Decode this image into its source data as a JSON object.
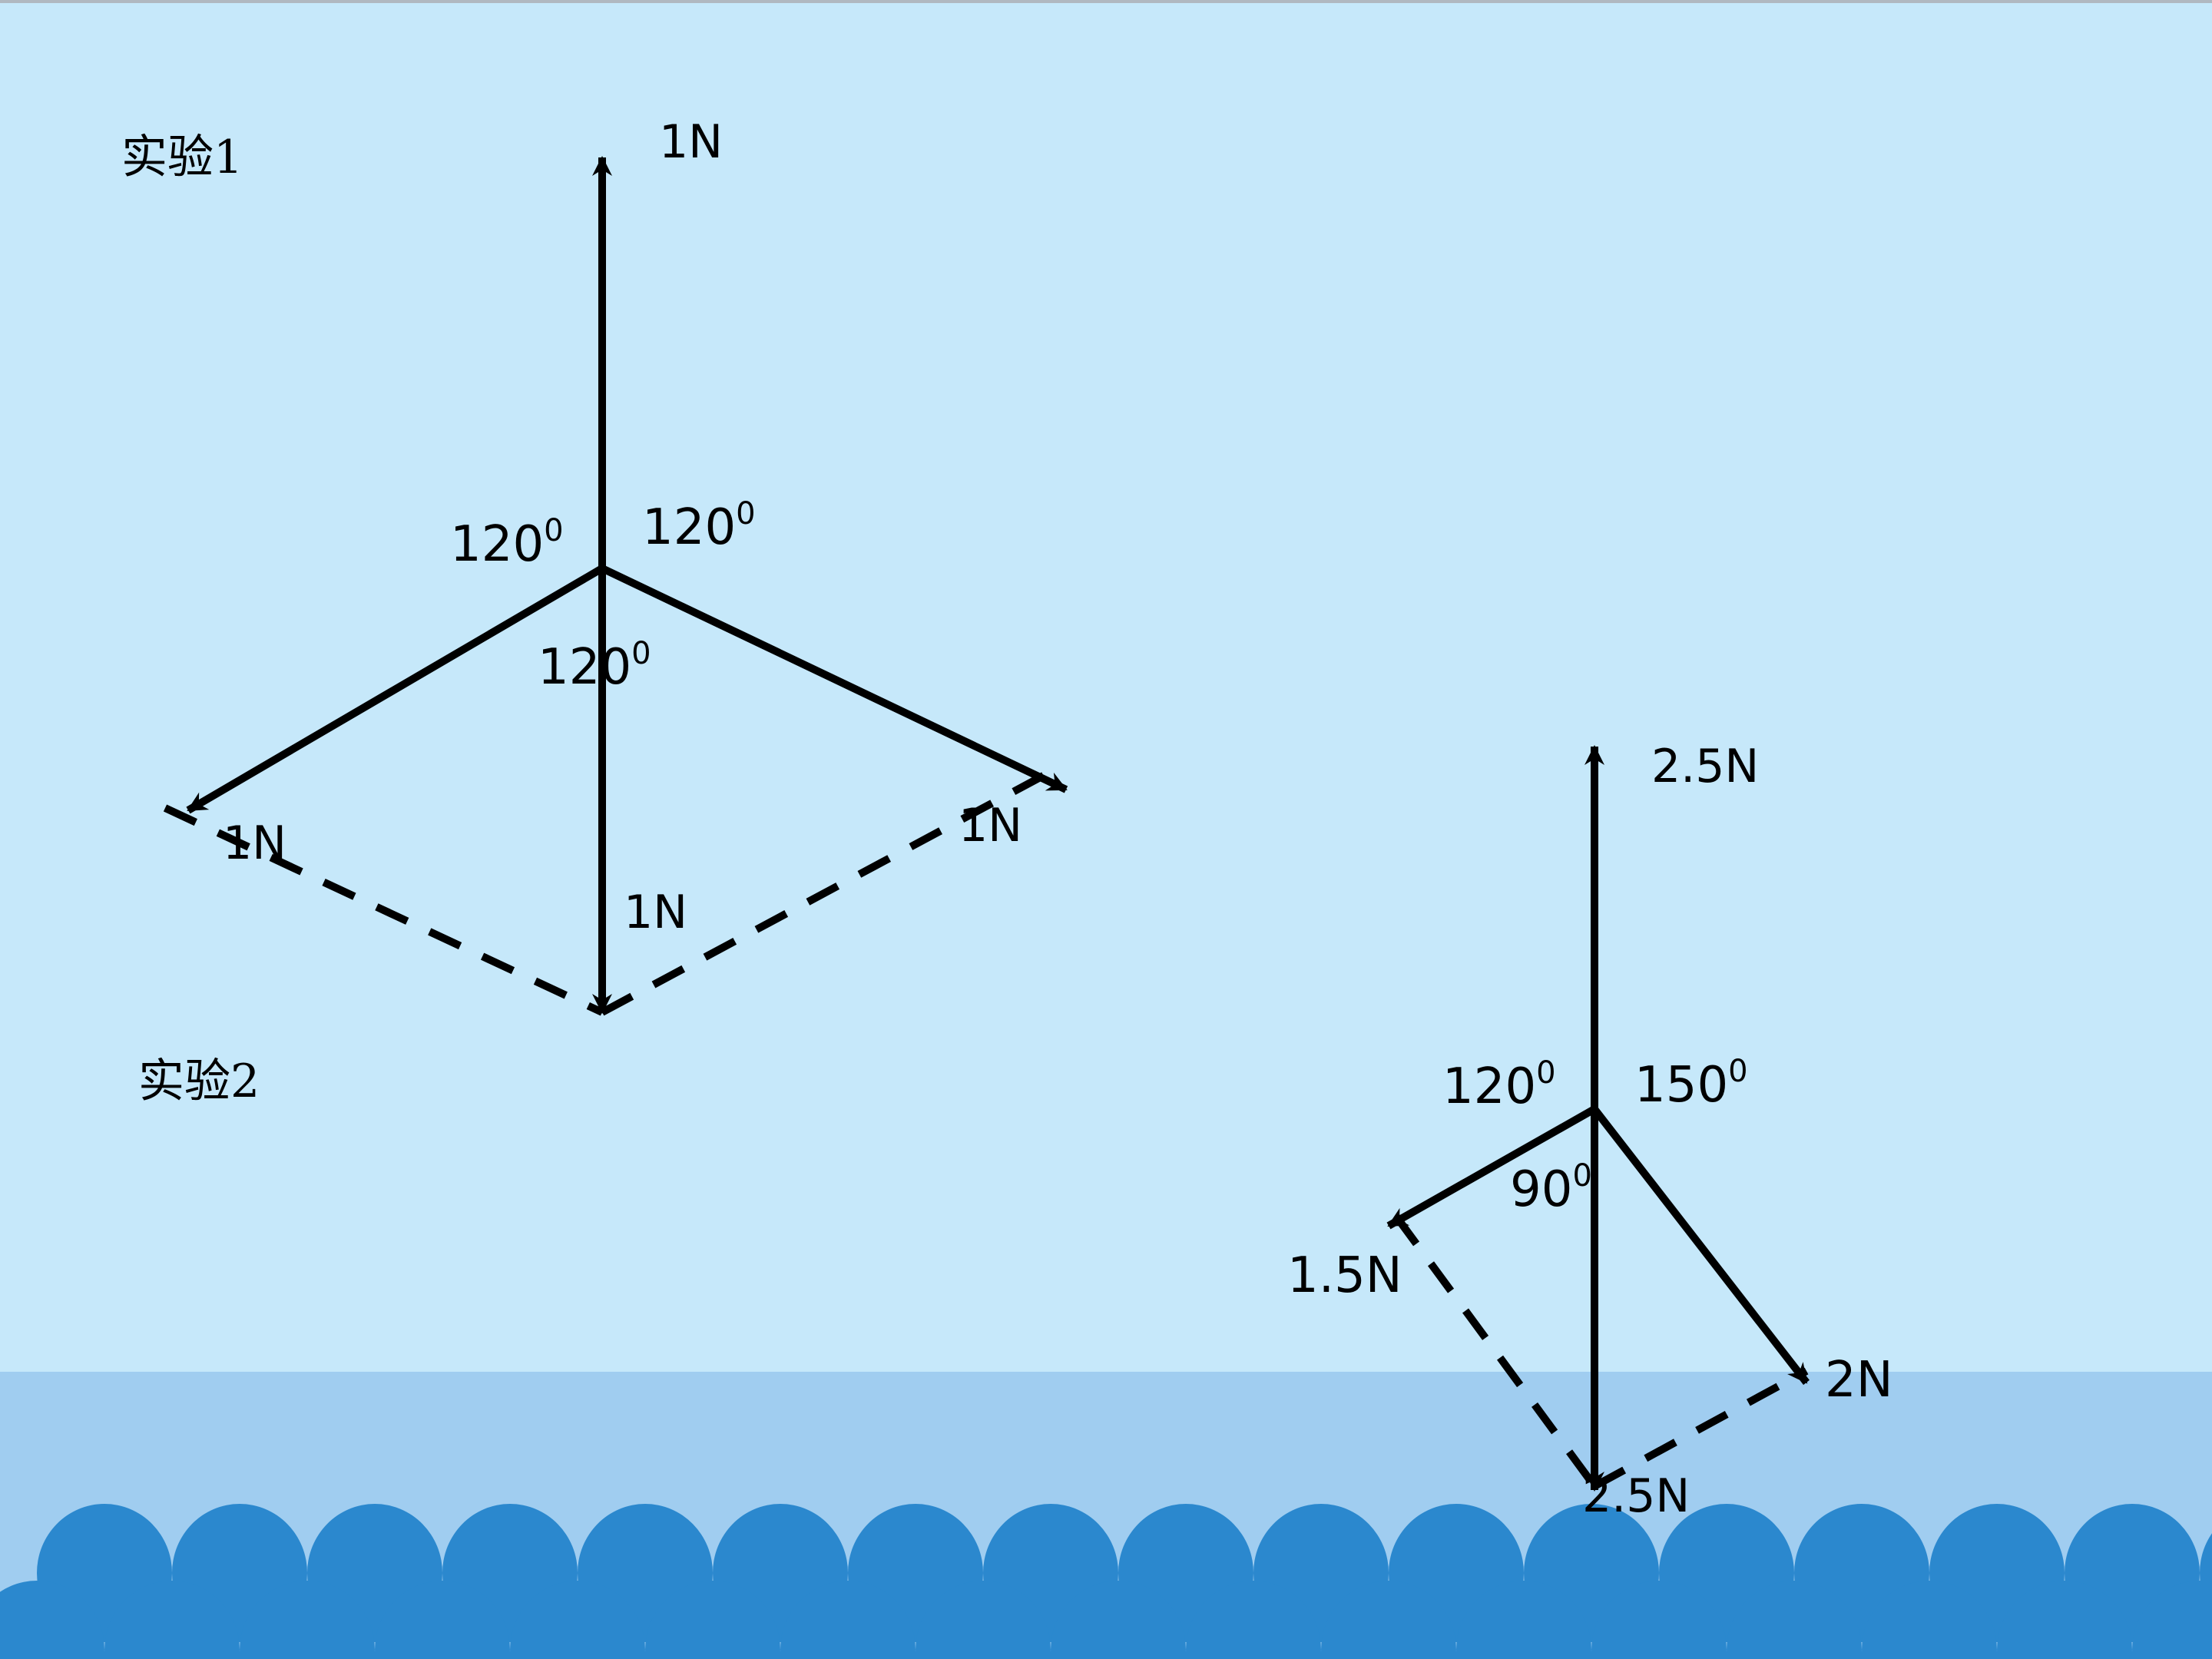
{
  "experiments": [
    {
      "title": "实验1",
      "forces": [
        "1N",
        "1N",
        "1N",
        "1N"
      ],
      "angles": [
        {
          "value": "120",
          "sup": "0"
        },
        {
          "value": "120",
          "sup": "0"
        },
        {
          "value": "120",
          "sup": "0"
        }
      ]
    },
    {
      "title": "实验2",
      "forces": [
        "2.5N",
        "1.5N",
        "2N",
        "2.5N"
      ],
      "angles": [
        {
          "value": "120",
          "sup": "0"
        },
        {
          "value": "150",
          "sup": "0"
        },
        {
          "value": "90",
          "sup": "0"
        }
      ]
    }
  ],
  "colors": {
    "sky": "#c6e8fa",
    "water": "#a0cdf0",
    "waves": "#2b88ce",
    "ink": "#000000"
  }
}
